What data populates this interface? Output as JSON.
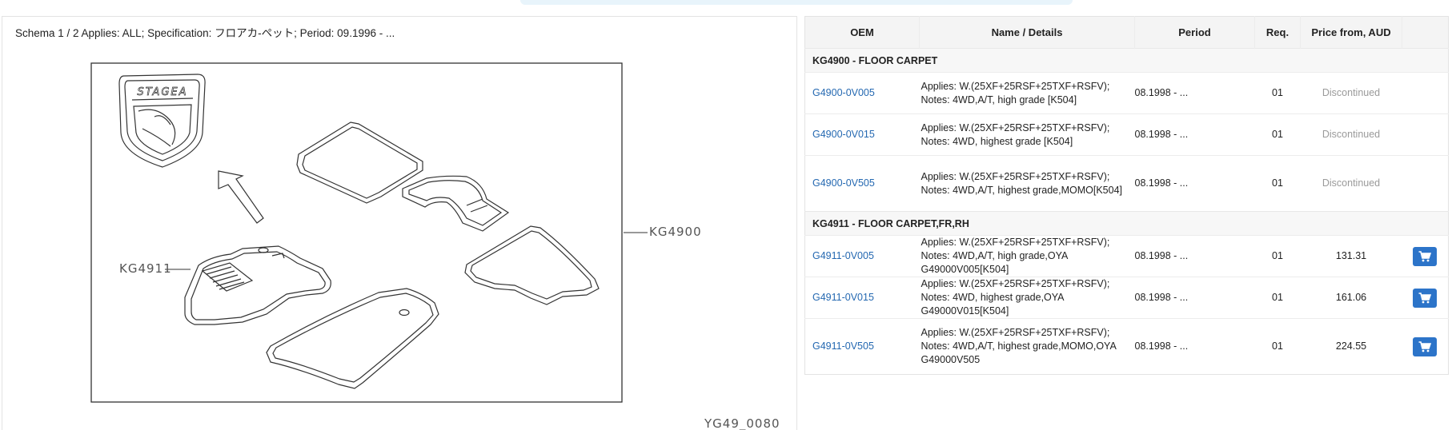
{
  "schema": {
    "title": "Schema 1 / 2 Applies: ALL; Specification: フロアカ-ペット; Period: 09.1996 - ...",
    "labels": {
      "kg4900": "KG4900",
      "kg4911": "KG4911",
      "drawing_id": "YG49_0080"
    },
    "emblem_text": "STAGEA"
  },
  "table": {
    "headers": {
      "oem": "OEM",
      "name": "Name / Details",
      "period": "Period",
      "req": "Req.",
      "price": "Price from, AUD"
    },
    "groups": [
      {
        "title": "KG4900 - FLOOR CARPET",
        "parts": [
          {
            "oem": "G4900-0V005",
            "details": "Applies: W.(25XF+25RSF+25TXF+RSFV); Notes: 4WD,A/T, high grade [K504]",
            "period": "08.1998 - ...",
            "req": "01",
            "price": "Discontinued"
          },
          {
            "oem": "G4900-0V015",
            "details": "Applies: W.(25XF+25RSF+25TXF+RSFV); Notes: 4WD, highest grade [K504]",
            "period": "08.1998 - ...",
            "req": "01",
            "price": "Discontinued"
          },
          {
            "oem": "G4900-0V505",
            "details": "Applies: W.(25XF+25RSF+25TXF+RSFV); Notes: 4WD,A/T, highest grade,MOMO[K504]",
            "period": "08.1998 - ...",
            "req": "01",
            "price": "Discontinued"
          }
        ]
      },
      {
        "title": "KG4911 - FLOOR CARPET,FR,RH",
        "parts": [
          {
            "oem": "G4911-0V005",
            "details": "Applies: W.(25XF+25RSF+25TXF+RSFV); Notes: 4WD,A/T, high grade,OYA G49000V005[K504]",
            "period": "08.1998 - ...",
            "req": "01",
            "price": "131.31"
          },
          {
            "oem": "G4911-0V015",
            "details": "Applies: W.(25XF+25RSF+25TXF+RSFV); Notes: 4WD, highest grade,OYA G49000V015[K504]",
            "period": "08.1998 - ...",
            "req": "01",
            "price": "161.06"
          },
          {
            "oem": "G4911-0V505",
            "details": "Applies: W.(25XF+25RSF+25TXF+RSFV); Notes: 4WD,A/T, highest grade,MOMO,OYA G49000V505",
            "period": "08.1998 - ...",
            "req": "01",
            "price": "224.55"
          }
        ]
      }
    ]
  },
  "colors": {
    "link": "#2468b1",
    "cart_button": "#2c74c9",
    "discontinued": "#9a9a9a"
  },
  "icons": {
    "cart": "shopping-cart-icon"
  }
}
